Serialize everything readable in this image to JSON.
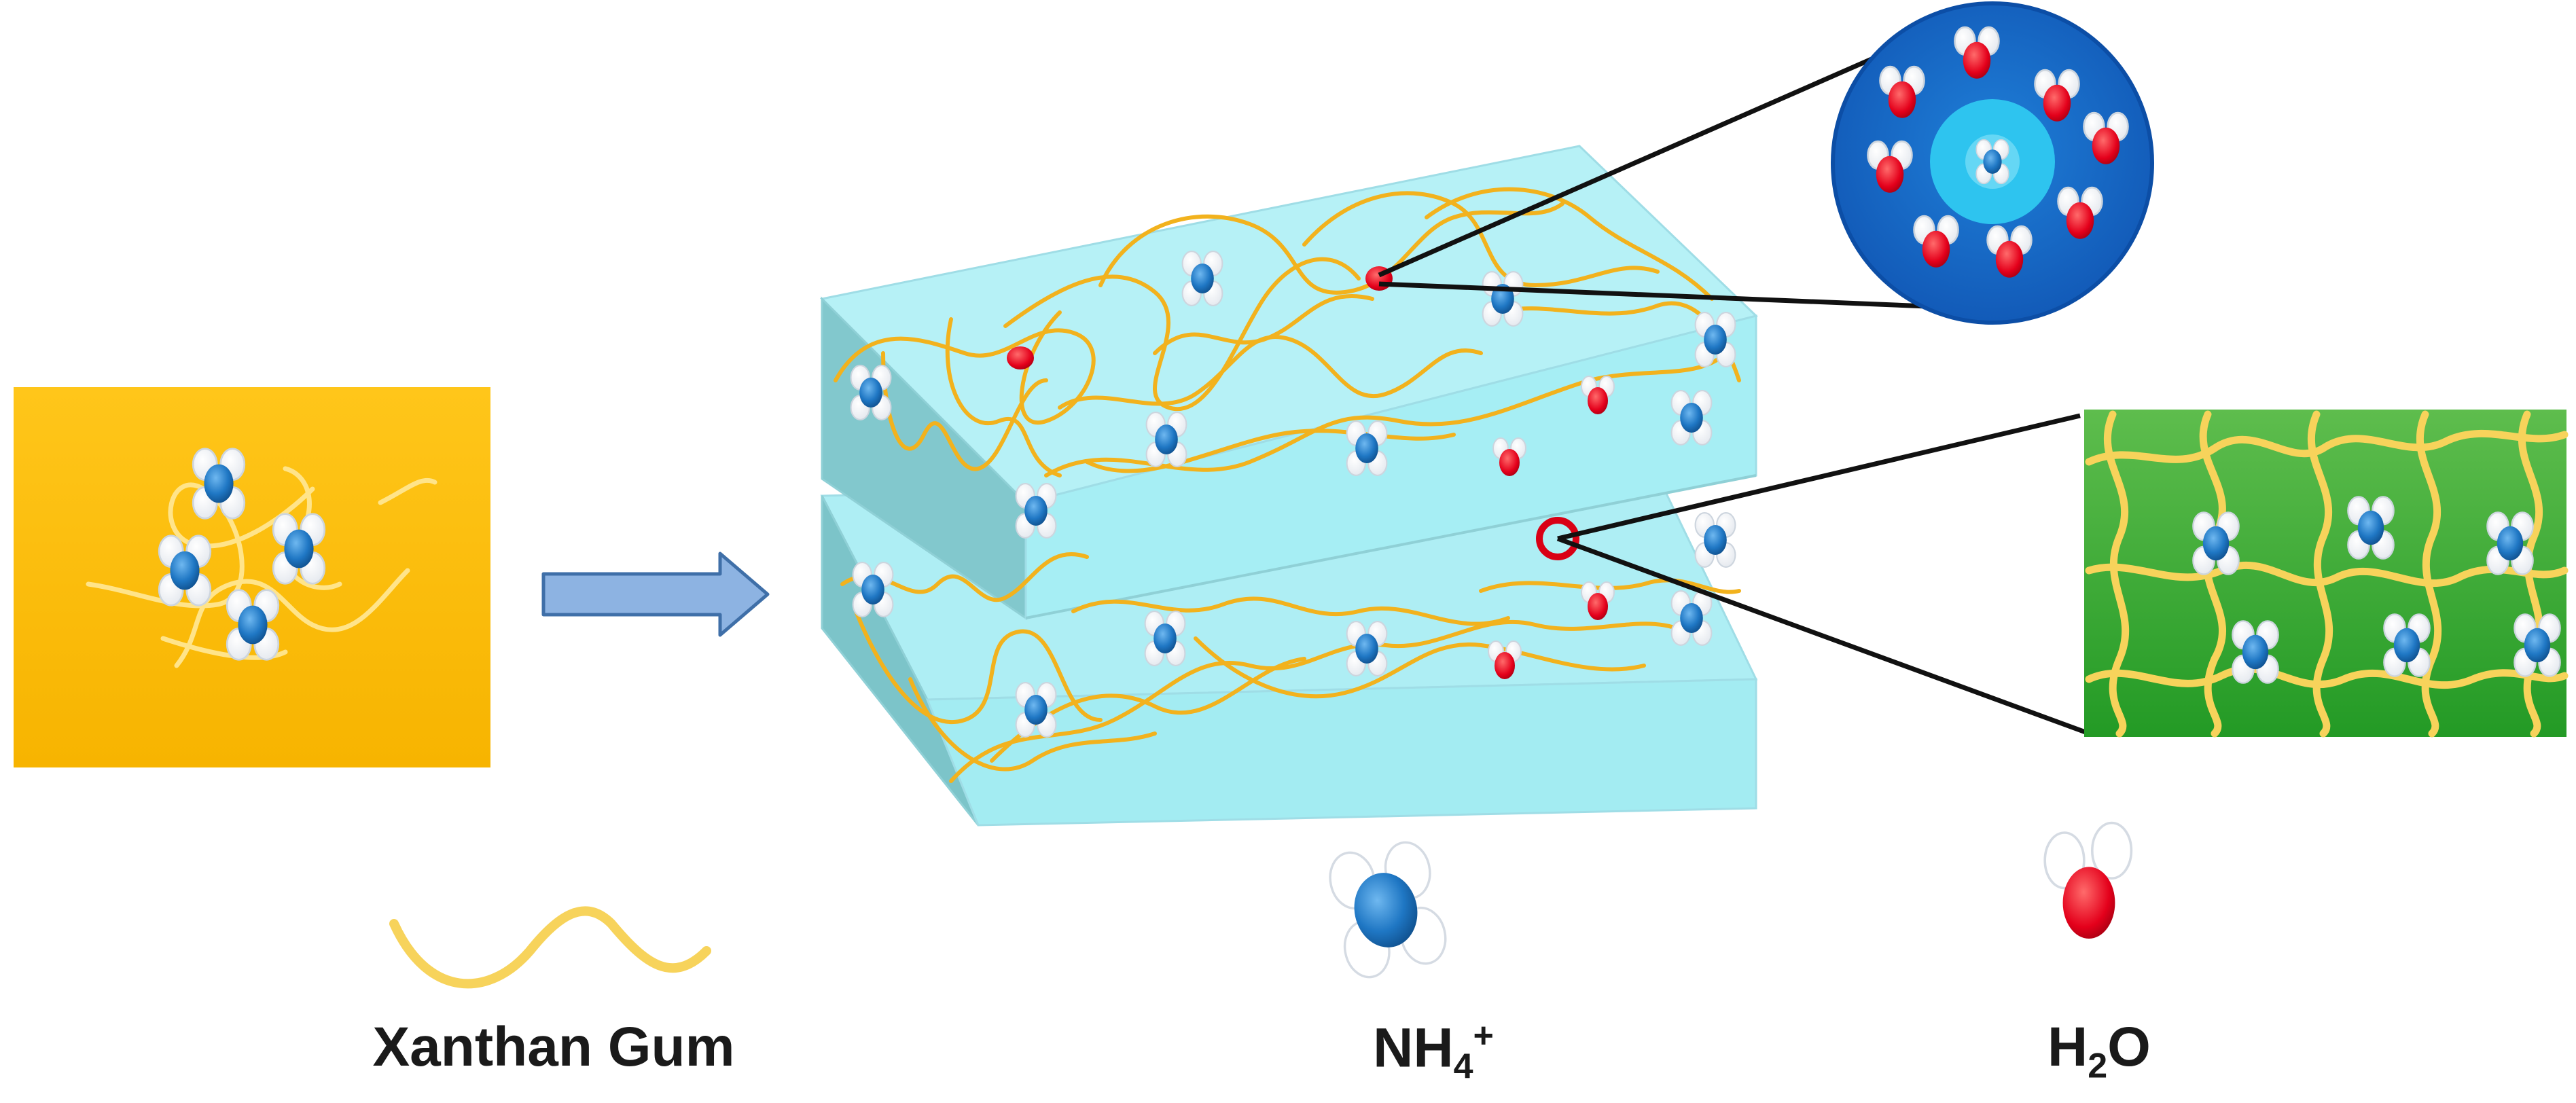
{
  "legend": {
    "xanthan_label": "Xanthan Gum",
    "nh4_base": "NH",
    "nh4_sub": "4",
    "nh4_sup": "+",
    "h2o_h": "H",
    "h2o_sub": "2",
    "h2o_o": "O"
  },
  "colors": {
    "source_box": "#ffc000",
    "arrow": "#8db3e2",
    "gel_slab": "#a8e9f0",
    "fiber": "#f2b21d",
    "nh4_center": "#1f77c4",
    "water": "#e4001b",
    "zoom_circle": "#1565c8",
    "zoom_rect": "#33a532"
  },
  "icons": {
    "nh4": "ammonium-ion-icon",
    "h2o": "water-molecule-icon",
    "fiber": "xanthan-chain-icon"
  }
}
